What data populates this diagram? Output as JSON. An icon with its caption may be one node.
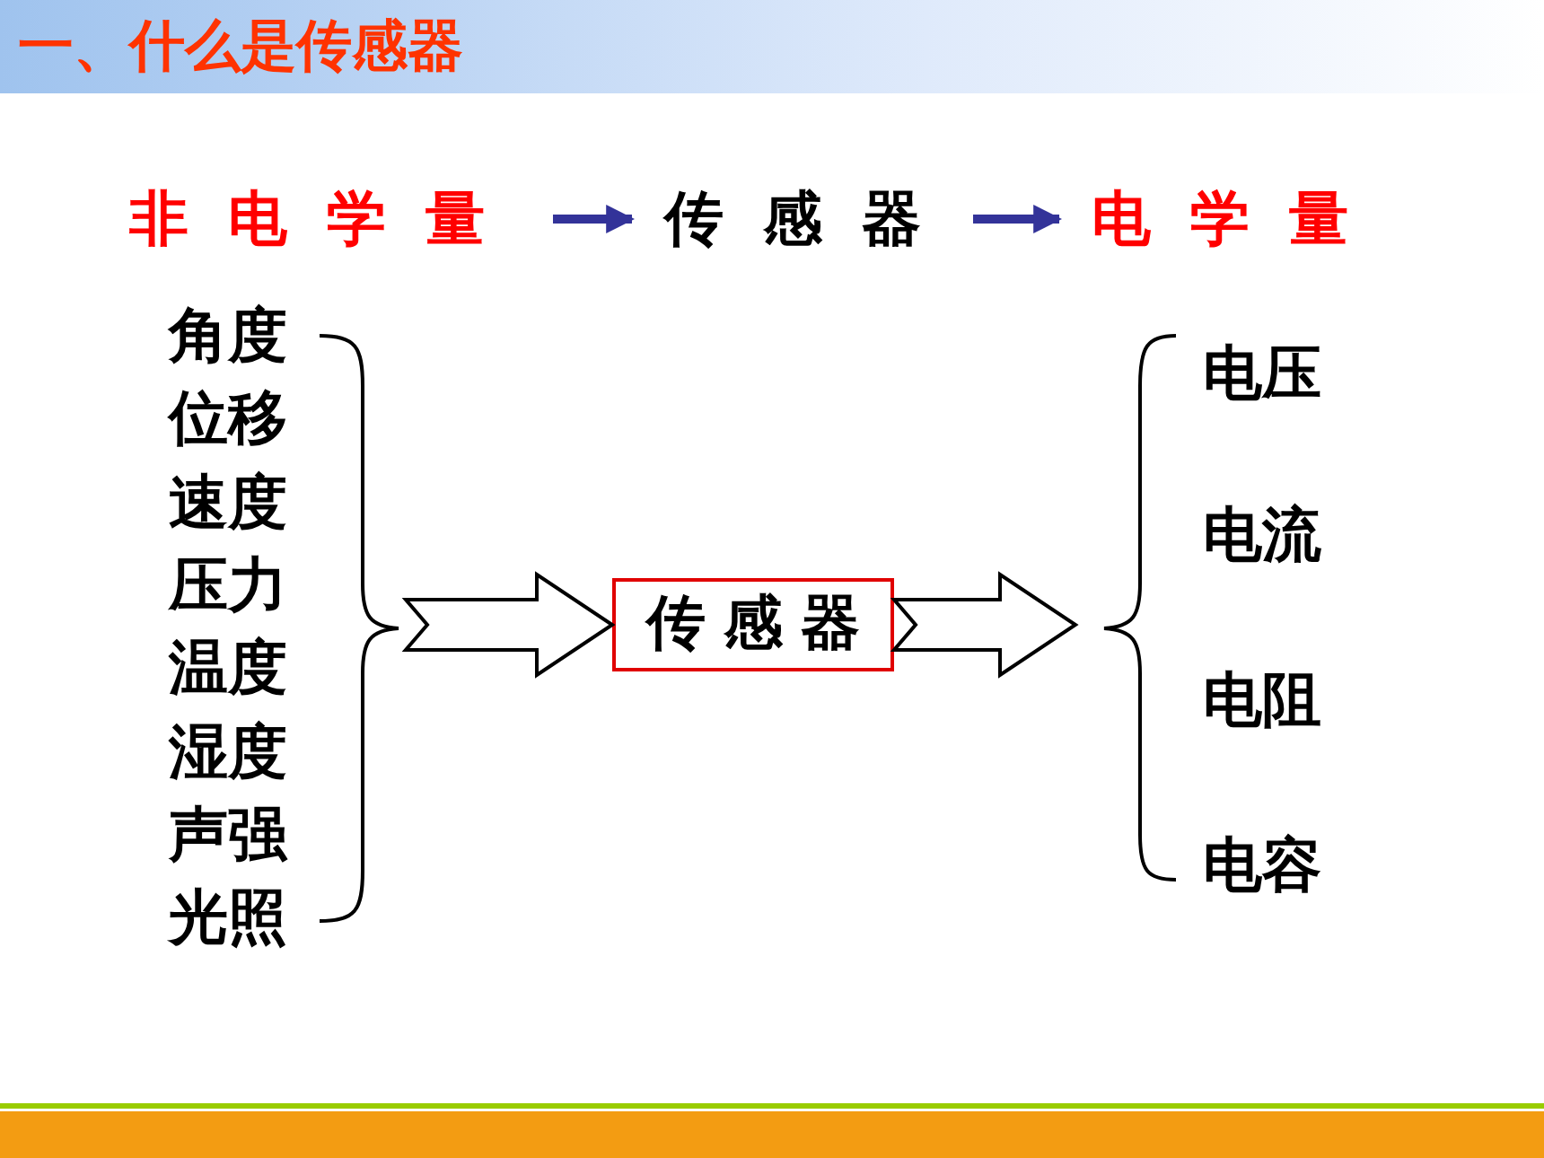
{
  "diagram": {
    "title": "一、什么是传感器",
    "nodes": [
      {
        "text": [
          "非电学量"
        ]
      },
      {
        "text": [
          "传感器"
        ]
      },
      {
        "text": [
          "电学量"
        ]
      },
      {
        "text": [
          "角度",
          "位移",
          "速度",
          "压力",
          "温度",
          "湿度",
          "声强",
          "光照"
        ]
      },
      {
        "text": [
          "传感器"
        ]
      },
      {
        "text": [
          "电压",
          "电流",
          "电阻",
          "电容"
        ]
      }
    ],
    "edges": [
      {
        "from": 0,
        "to": 1,
        "arrow": "to",
        "color": "#333399"
      },
      {
        "from": 1,
        "to": 2,
        "arrow": "to",
        "color": "#333399"
      },
      {
        "from": 3,
        "to": 4,
        "arrow": "to"
      },
      {
        "from": 4,
        "to": 5,
        "arrow": "to"
      }
    ]
  }
}
